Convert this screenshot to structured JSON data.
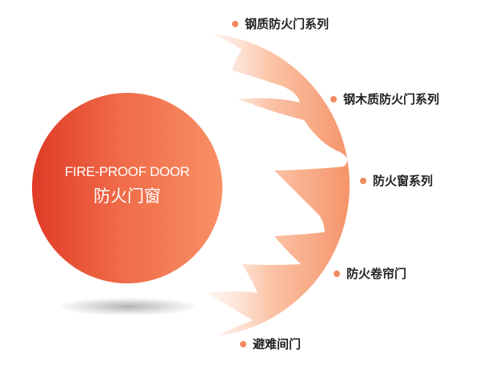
{
  "center": {
    "title_en": "FIRE-PROOF DOOR",
    "title_cn": "防火门窗"
  },
  "items": [
    {
      "label": "钢质防火门系列"
    },
    {
      "label": "钢木质防火门系列"
    },
    {
      "label": "防火窗系列"
    },
    {
      "label": "防火卷帘门"
    },
    {
      "label": "避难间门"
    }
  ],
  "colors": {
    "accent": "#f08a5d",
    "circle_left": "#e03a26",
    "circle_right": "#f99065"
  }
}
